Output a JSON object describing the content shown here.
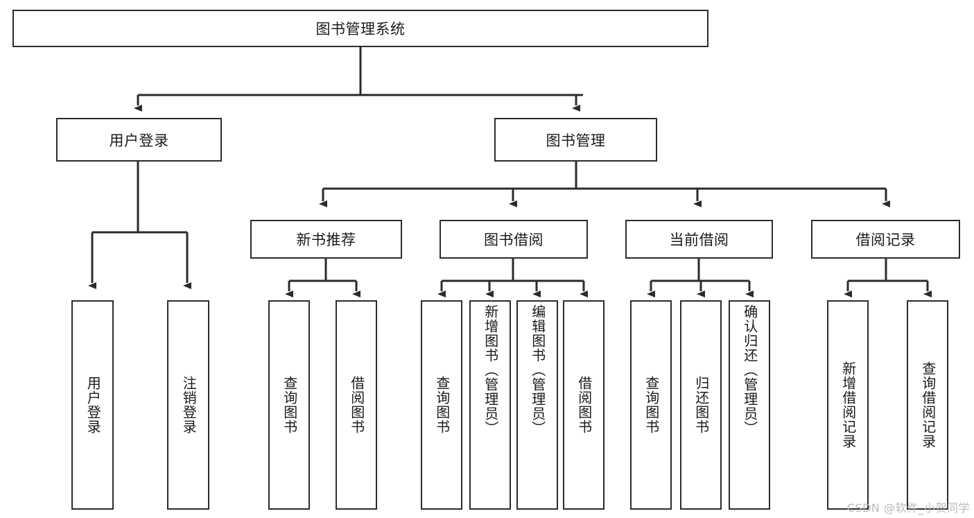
{
  "diagram": {
    "title": "图书管理系统",
    "type": "tree-hierarchy-chart",
    "line_color": "#2b2b2b",
    "box_fill": "#ffffff",
    "text_color": "#1a1a1a",
    "root": {
      "id": "root",
      "label": "图书管理系统"
    },
    "level2": [
      {
        "id": "user-login",
        "label": "用户登录"
      },
      {
        "id": "book-management",
        "label": "图书管理"
      }
    ],
    "level3": [
      {
        "id": "new-book-recommend",
        "label": "新书推荐",
        "parent": "book-management"
      },
      {
        "id": "book-borrow",
        "label": "图书借阅",
        "parent": "book-management"
      },
      {
        "id": "current-borrow",
        "label": "当前借阅",
        "parent": "book-management"
      },
      {
        "id": "borrow-record",
        "label": "借阅记录",
        "parent": "book-management"
      }
    ],
    "leaves": {
      "user_login": [
        {
          "id": "leaf-user-login",
          "label": "用户登录"
        },
        {
          "id": "leaf-logout-login",
          "label": "注销登录"
        }
      ],
      "new_book_recommend": [
        {
          "id": "leaf-query-book-1",
          "label": "查询图书"
        },
        {
          "id": "leaf-borrow-book-1",
          "label": "借阅图书"
        }
      ],
      "book_borrow": [
        {
          "id": "leaf-query-book-2",
          "label": "查询图书"
        },
        {
          "id": "leaf-add-book",
          "label": "新增图书（管理员）"
        },
        {
          "id": "leaf-edit-book",
          "label": "编辑图书（管理员）"
        },
        {
          "id": "leaf-borrow-book-2",
          "label": "借阅图书"
        }
      ],
      "current_borrow": [
        {
          "id": "leaf-query-book-3",
          "label": "查询图书"
        },
        {
          "id": "leaf-return-book",
          "label": "归还图书"
        },
        {
          "id": "leaf-confirm-return",
          "label": "确认归还（管理员）"
        }
      ],
      "borrow_record": [
        {
          "id": "leaf-add-record",
          "label": "新增借阅记录"
        },
        {
          "id": "leaf-query-record",
          "label": "查询借阅记录"
        }
      ]
    }
  },
  "watermark": {
    "text": "CSDN @软件_小贺同学"
  }
}
